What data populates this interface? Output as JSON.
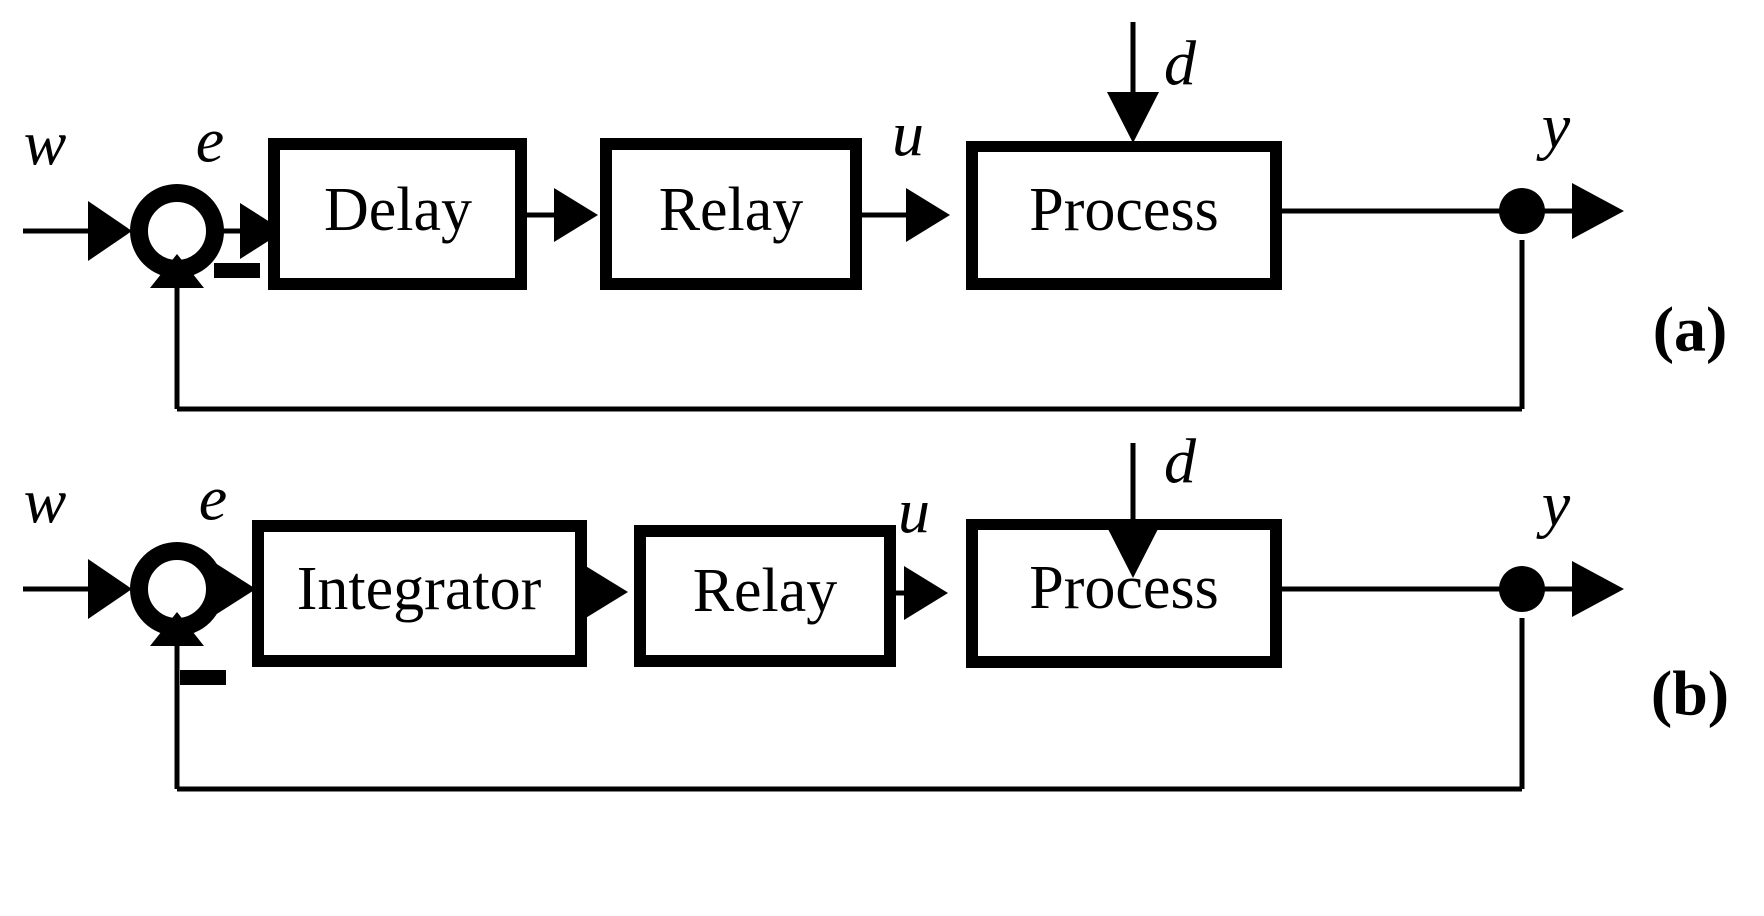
{
  "figure": {
    "title": "Relay feedback control loop block diagrams",
    "background_color": "#ffffff",
    "line_color": "#000000",
    "panels": [
      {
        "id": "a",
        "label": "(a)",
        "blocks": [
          {
            "id": "delay",
            "label": "Delay"
          },
          {
            "id": "relay",
            "label": "Relay"
          },
          {
            "id": "process",
            "label": "Process"
          }
        ],
        "signals": {
          "reference": "w",
          "error": "e",
          "control": "u",
          "disturbance": "d",
          "output": "y",
          "feedback_sign": "−"
        }
      },
      {
        "id": "b",
        "label": "(b)",
        "blocks": [
          {
            "id": "integrator",
            "label": "Integrator"
          },
          {
            "id": "relay",
            "label": "Relay"
          },
          {
            "id": "process",
            "label": "Process"
          }
        ],
        "signals": {
          "reference": "w",
          "error": "e",
          "control": "u",
          "disturbance": "d",
          "output": "y",
          "feedback_sign": "−"
        }
      }
    ]
  }
}
